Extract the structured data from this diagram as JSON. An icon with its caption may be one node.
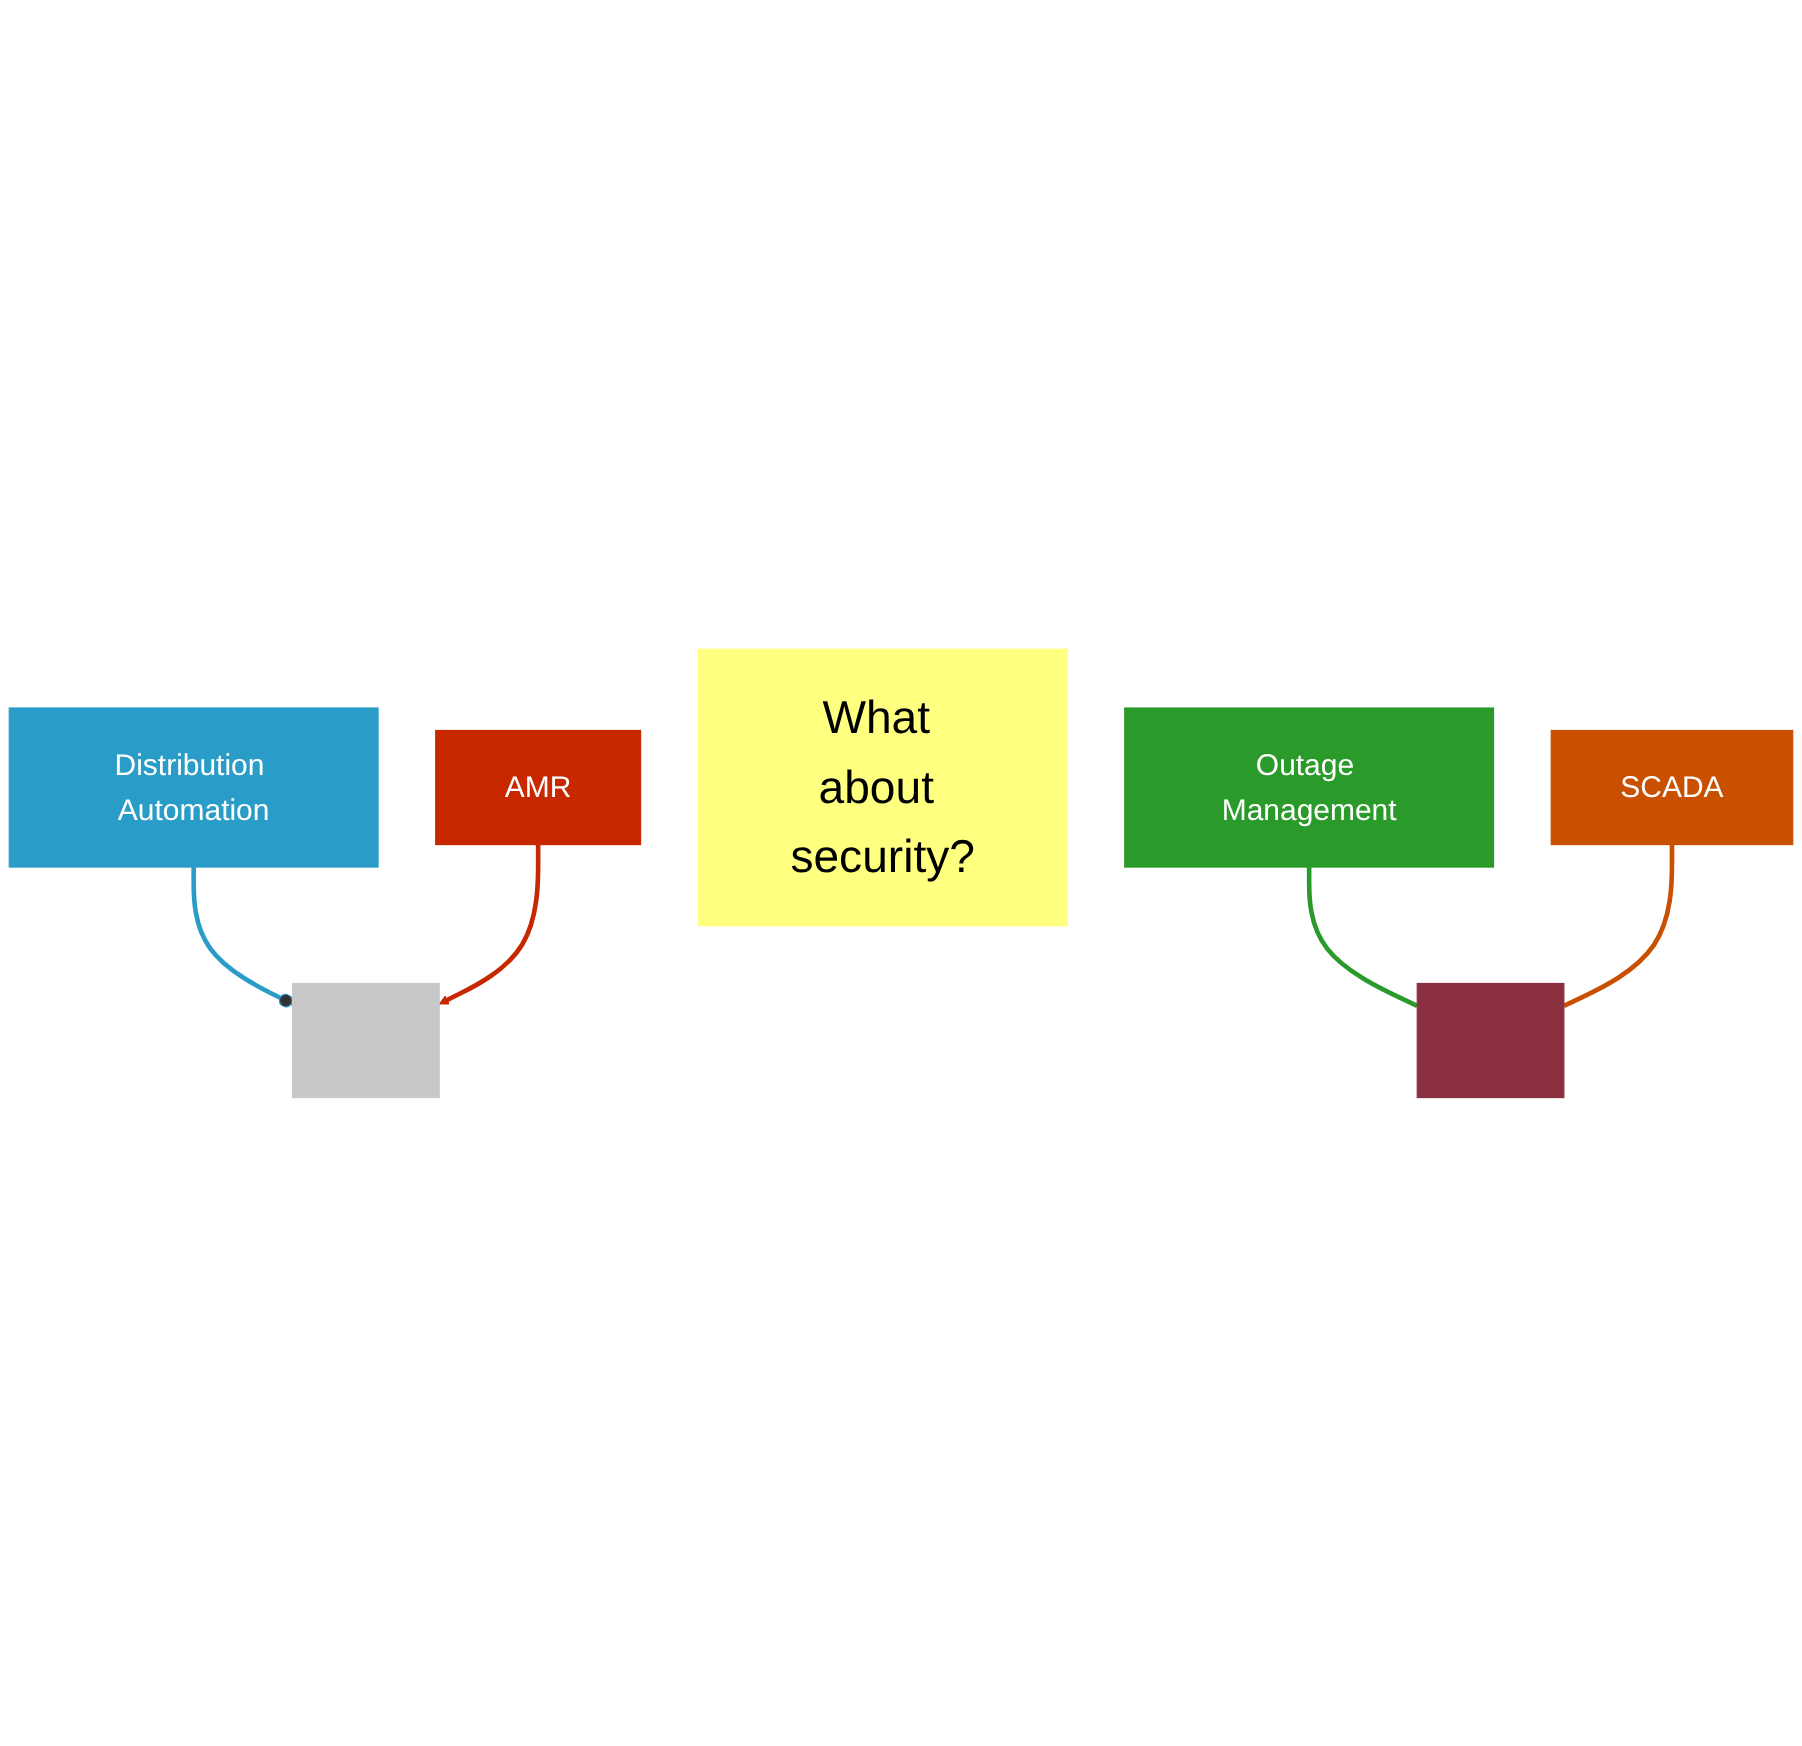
{
  "diagram": {
    "nodes": [
      {
        "text": [
          "Distribution Automation"
        ]
      },
      {
        "text": [
          "Outage Management"
        ]
      },
      {
        "text": [],
        "shape": "box"
      },
      {
        "text": [],
        "shape": "box"
      },
      {
        "text": [
          "What about security?"
        ]
      },
      {
        "text": [
          "AMR"
        ]
      },
      {
        "text": [
          "SCADA"
        ]
      }
    ],
    "edges": [
      {
        "from": 0,
        "to": 2,
        "arrow": "other",
        "color": "#2a9cc8"
      },
      {
        "from": 1,
        "to": 3,
        "arrow": "none",
        "color": "#2a9a2a"
      },
      {
        "from": 5,
        "to": 2,
        "arrow": "to",
        "color": "#c82800"
      },
      {
        "from": 6,
        "to": 3,
        "arrow": "none",
        "color": "#c85000"
      }
    ]
  }
}
